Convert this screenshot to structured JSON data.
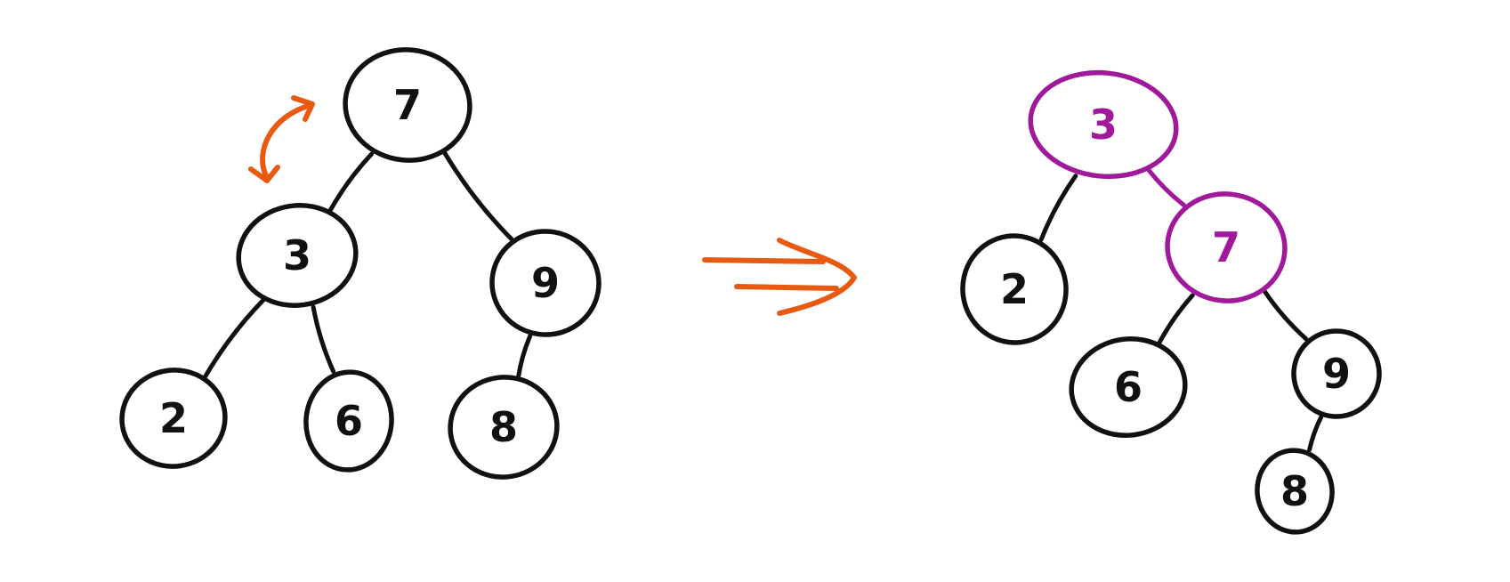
{
  "colors": {
    "ink": "#111111",
    "highlight": "#a0199b",
    "arrow": "#e85a12",
    "background": "#ffffff"
  },
  "trees": [
    {
      "id": "before",
      "nodes": [
        {
          "id": "n7",
          "label": "7",
          "highlight": false
        },
        {
          "id": "n3",
          "label": "3",
          "highlight": false
        },
        {
          "id": "n9",
          "label": "9",
          "highlight": false
        },
        {
          "id": "n2",
          "label": "2",
          "highlight": false
        },
        {
          "id": "n6",
          "label": "6",
          "highlight": false
        },
        {
          "id": "n8",
          "label": "8",
          "highlight": false
        }
      ],
      "edges": [
        {
          "from": "n7",
          "to": "n3",
          "highlight": false
        },
        {
          "from": "n7",
          "to": "n9",
          "highlight": false
        },
        {
          "from": "n3",
          "to": "n2",
          "highlight": false
        },
        {
          "from": "n3",
          "to": "n6",
          "highlight": false
        },
        {
          "from": "n9",
          "to": "n8",
          "highlight": false
        }
      ]
    },
    {
      "id": "after",
      "nodes": [
        {
          "id": "m3",
          "label": "3",
          "highlight": true
        },
        {
          "id": "m2",
          "label": "2",
          "highlight": false
        },
        {
          "id": "m7",
          "label": "7",
          "highlight": true
        },
        {
          "id": "m6",
          "label": "6",
          "highlight": false
        },
        {
          "id": "m9",
          "label": "9",
          "highlight": false
        },
        {
          "id": "m8",
          "label": "8",
          "highlight": false
        }
      ],
      "edges": [
        {
          "from": "m3",
          "to": "m2",
          "highlight": false
        },
        {
          "from": "m3",
          "to": "m7",
          "highlight": true
        },
        {
          "from": "m7",
          "to": "m6",
          "highlight": false
        },
        {
          "from": "m7",
          "to": "m9",
          "highlight": false
        },
        {
          "from": "m9",
          "to": "m8",
          "highlight": false
        }
      ]
    }
  ],
  "rotation_indicator": {
    "icon": "curved-double-arrow-icon",
    "between": [
      "n7",
      "n3"
    ]
  },
  "transform_arrow": {
    "icon": "implies-arrow-icon"
  }
}
